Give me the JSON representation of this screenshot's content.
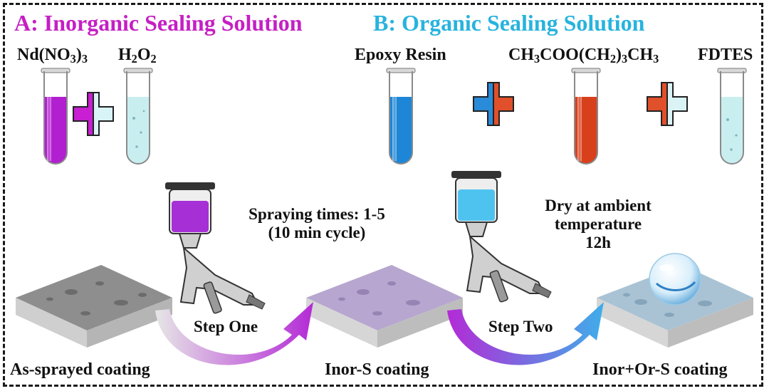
{
  "section_a": {
    "title": "A: Inorganic Sealing Solution",
    "reagents": [
      {
        "pre": "Nd(NO",
        "sub1": "3",
        "mid": ")",
        "sub2": "3",
        "liquid_color": "#b21fd0"
      },
      {
        "pre": "H",
        "sub1": "2",
        "mid": "O",
        "sub2": "2",
        "liquid_color": "#c9eef0"
      }
    ],
    "plus_colors": [
      "#c71fd1",
      "#d8f4f6"
    ]
  },
  "section_b": {
    "title": "B: Organic Sealing Solution",
    "reagents": [
      {
        "label": "Epoxy Resin",
        "liquid_color": "#1d86d6"
      },
      {
        "pre": "CH",
        "sub1": "3",
        "mid": "COO(CH",
        "sub2": "2",
        "mid2": ")",
        "sub3": "3",
        "post": "CH",
        "sub4": "3",
        "liquid_color": "#d8401c"
      },
      {
        "label": "FDTES",
        "liquid_color": "#c9eef0"
      }
    ],
    "plus_colors": [
      [
        "#2a8bd8",
        "#e0502a"
      ],
      [
        "#e0502a",
        "#daf4f6"
      ]
    ]
  },
  "process": {
    "step_one_note": [
      "Spraying times: 1-5",
      "(10 min cycle)"
    ],
    "step_two_note": [
      "Dry at ambient",
      "temperature",
      "12h"
    ],
    "step_one_label": "Step One",
    "step_two_label": "Step Two",
    "spray_liquid_colors": [
      "#a630d6",
      "#4fc3ef"
    ]
  },
  "coatings": [
    {
      "label": "As-sprayed coating",
      "surface_color": "#8e8e8e"
    },
    {
      "label": "Inor-S coating",
      "surface_color": "#b7a6cf"
    },
    {
      "label": "Inor+Or-S coating",
      "surface_color": "#a9c3d4"
    }
  ],
  "colors": {
    "arrow_start_one": "#e6e6e6",
    "arrow_end_one": "#b42ad6",
    "arrow_start_two": "#b42ad6",
    "arrow_end_two": "#3faeea"
  }
}
